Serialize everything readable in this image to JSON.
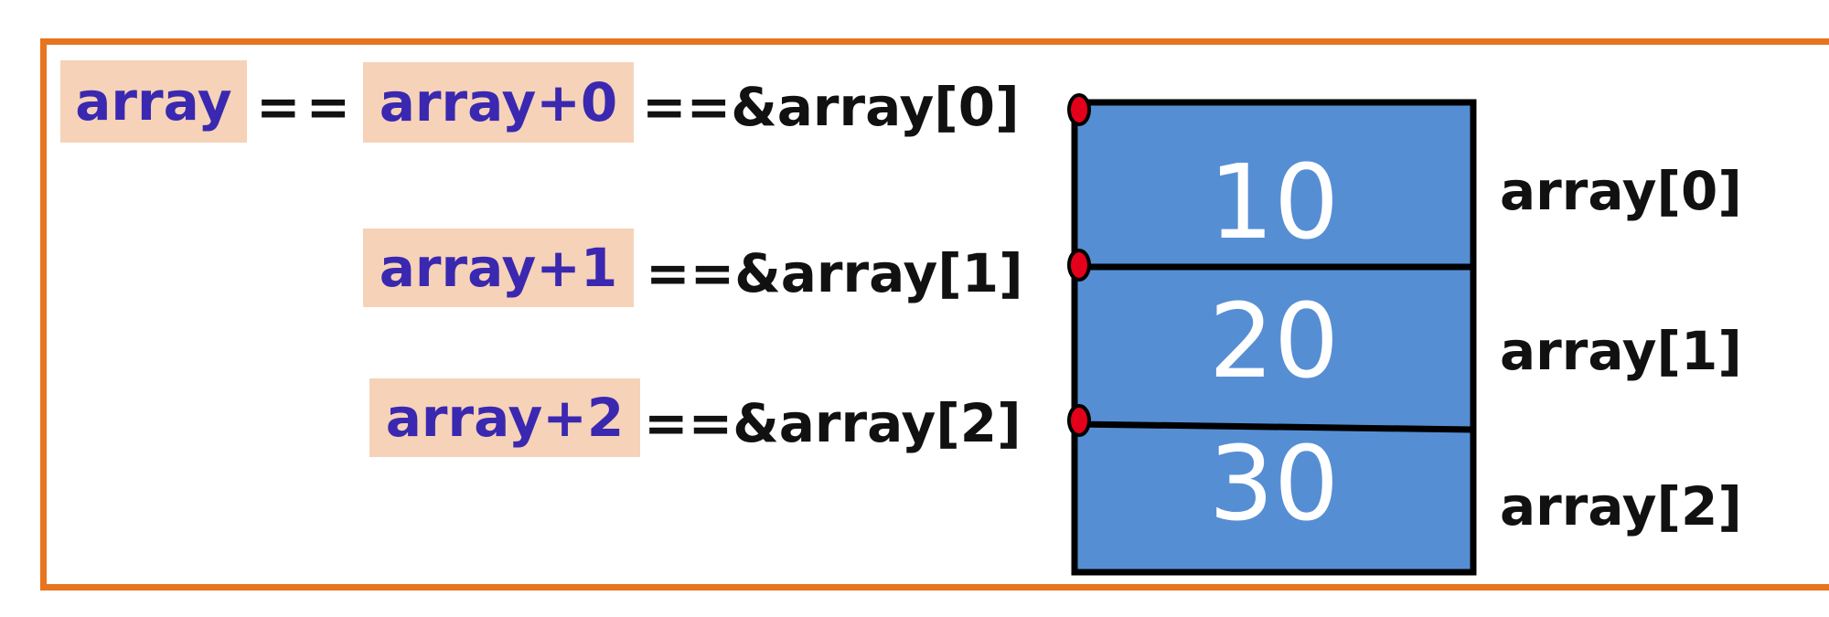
{
  "expressions": {
    "row0": {
      "name": "array",
      "eq1": "==",
      "ptr": "array+0",
      "eq2": "==&array[0]"
    },
    "row1": {
      "ptr": "array+1",
      "eq2": "==&array[1]"
    },
    "row2": {
      "ptr": "array+2",
      "eq2": "==&array[2]"
    }
  },
  "memory": {
    "cells": [
      {
        "value": "10",
        "label": "array[0]"
      },
      {
        "value": "20",
        "label": "array[1]"
      },
      {
        "value": "30",
        "label": "array[2]"
      }
    ]
  },
  "colors": {
    "frame": "#E8741E",
    "highlight": "#F6D2B8",
    "highlight_text": "#3A28B0",
    "cell_fill": "#568ED4",
    "address_dot": "#E3001B"
  }
}
